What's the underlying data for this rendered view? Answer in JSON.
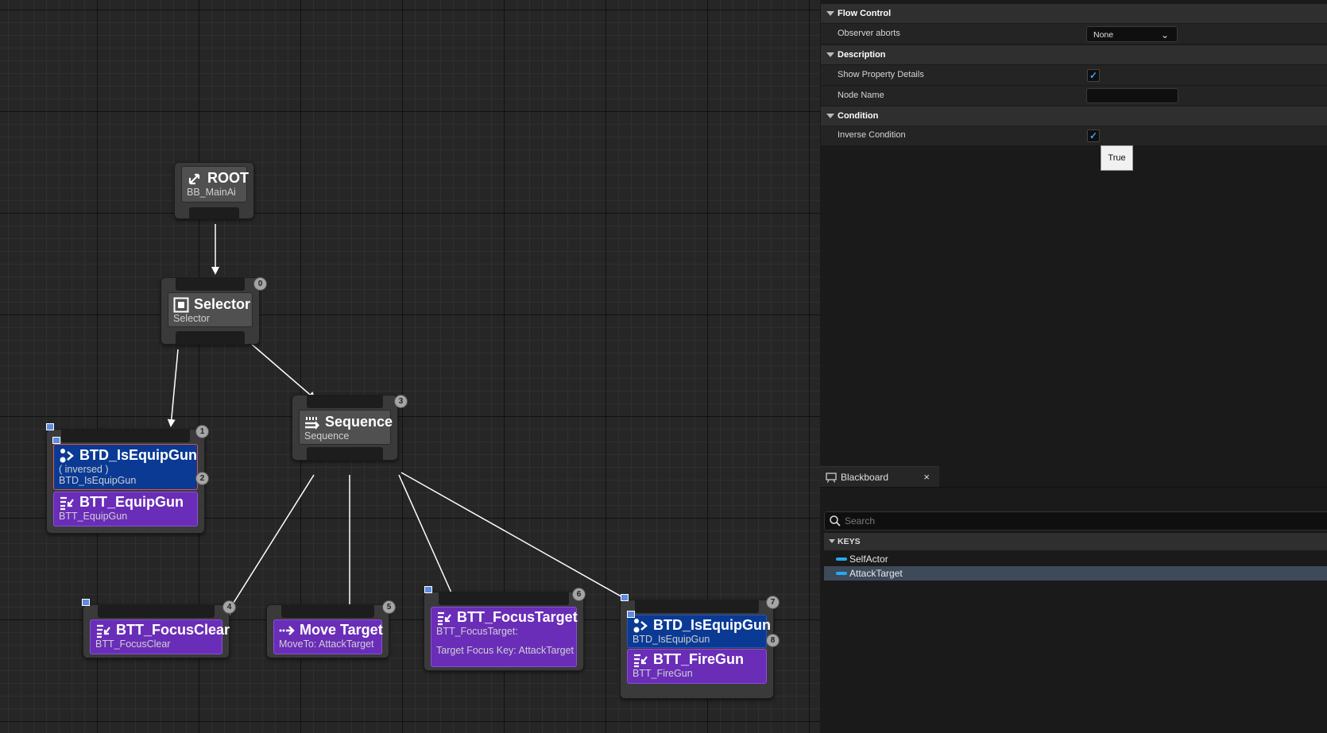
{
  "details": {
    "flow_control": {
      "header": "Flow Control",
      "observer_aborts_label": "Observer aborts",
      "observer_aborts_value": "None"
    },
    "description": {
      "header": "Description",
      "show_property_details_label": "Show Property Details",
      "show_property_details_checked": true,
      "node_name_label": "Node Name",
      "node_name_value": ""
    },
    "condition": {
      "header": "Condition",
      "inverse_condition_label": "Inverse Condition",
      "inverse_condition_checked": true
    },
    "tooltip": "True"
  },
  "blackboard": {
    "tab_label": "Blackboard",
    "search_placeholder": "Search",
    "keys_header": "KEYS",
    "keys": [
      {
        "name": "SelfActor",
        "selected": false
      },
      {
        "name": "AttackTarget",
        "selected": true
      }
    ]
  },
  "graph": {
    "root": {
      "title": "ROOT",
      "subtitle": "BB_MainAi"
    },
    "selector": {
      "title": "Selector",
      "subtitle": "Selector",
      "index": "0"
    },
    "equip_branch": {
      "index": "1",
      "decorator": {
        "title": "BTD_IsEquipGun",
        "line1": "( inversed )",
        "line2": "BTD_IsEquipGun",
        "index": "2"
      },
      "task": {
        "title": "BTT_EquipGun",
        "subtitle": "BTT_EquipGun"
      }
    },
    "sequence": {
      "title": "Sequence",
      "subtitle": "Sequence",
      "index": "3"
    },
    "focus_clear": {
      "title": "BTT_FocusClear",
      "subtitle": "BTT_FocusClear",
      "index": "4"
    },
    "move_target": {
      "title": "Move Target",
      "subtitle": "MoveTo: AttackTarget",
      "index": "5"
    },
    "focus_target": {
      "title": "BTT_FocusTarget",
      "line1": "BTT_FocusTarget:",
      "line2": "Target Focus Key: AttackTarget",
      "index": "6"
    },
    "fire_branch": {
      "index": "7",
      "decorator": {
        "title": "BTD_IsEquipGun",
        "subtitle": "BTD_IsEquipGun",
        "index": "8"
      },
      "task": {
        "title": "BTT_FireGun",
        "subtitle": "BTT_FireGun"
      }
    }
  },
  "colors": {
    "decorator": "#0a3a94",
    "task": "#6a2db8",
    "composite": "#505050",
    "accent": "#25a9f2"
  }
}
